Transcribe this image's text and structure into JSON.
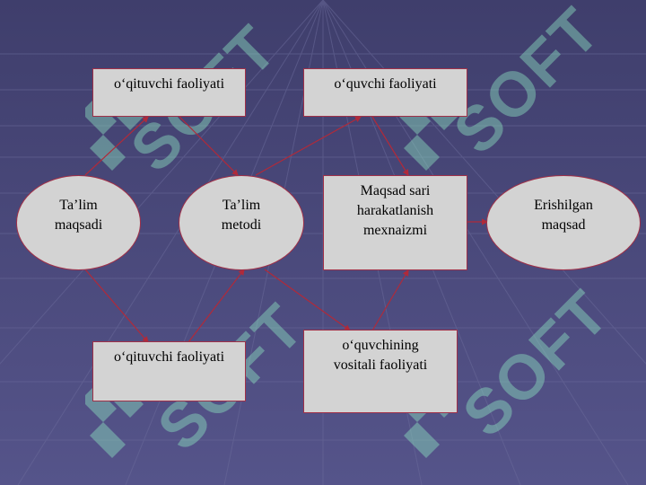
{
  "watermark": {
    "text": "SOFT"
  },
  "nodes": {
    "teacher_top": "o‘qituvchi faoliyati",
    "student_top": "o‘quvchi faoliyati",
    "goal": [
      "Ta’lim",
      "maqsadi"
    ],
    "method": [
      "Ta’lim",
      "metodi"
    ],
    "mechanism": [
      "Maqsad sari",
      "harakatlanish",
      "mexnaizmi"
    ],
    "achieved": [
      "Erishilgan",
      "maqsad"
    ],
    "teacher_bottom": "o‘qituvchi faoliyati",
    "student_means": [
      "o‘quvchining",
      "vositali faoliyati"
    ]
  },
  "colors": {
    "background": "#4b4a7c",
    "node_fill": "#d3d3d3",
    "node_border": "#a03048",
    "arrow": "#b02a3a",
    "watermark": "#8ce1be"
  }
}
